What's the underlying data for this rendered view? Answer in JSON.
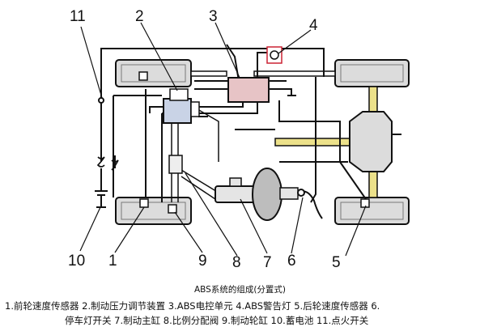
{
  "labels": {
    "n1": "1",
    "n2": "2",
    "n3": "3",
    "n4": "4",
    "n5": "5",
    "n6": "6",
    "n7": "7",
    "n8": "8",
    "n9": "9",
    "n10": "10",
    "n11": "11"
  },
  "caption": {
    "title": "ABS系统的组成(分置式)",
    "line1": "1.前轮速度传感器 2.制动压力调节装置 3.ABS电控单元 4.ABS警告灯 5.后轮速度传感器 6.",
    "line2": "停车灯开关 7.制动主缸 8.比例分配阀 9.制动轮缸 10.蓄电池 11.点火开关"
  },
  "colors": {
    "line": "#111111",
    "wheel_fill": "#dcdcdc",
    "ecu_fill": "#e7c4c6",
    "pipe_yellow": "#ece18a",
    "modulator_fill": "#c9d3e6",
    "booster_fill": "#bdbdbd"
  }
}
